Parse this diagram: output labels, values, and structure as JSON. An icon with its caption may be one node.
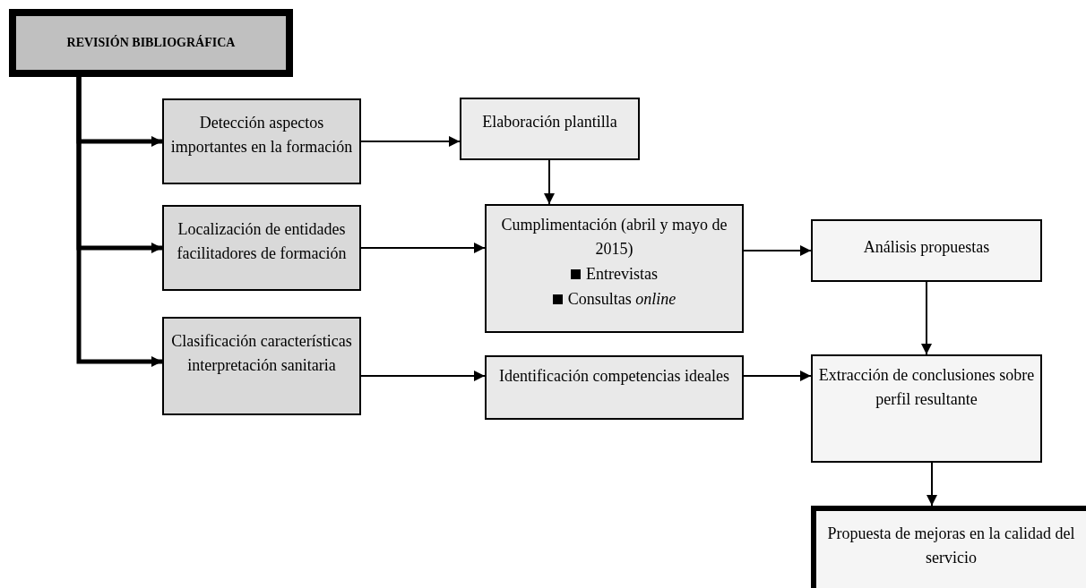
{
  "diagram": {
    "nodes": [
      {
        "text": [
          "REVISIÓN BIBLIOGRÁFICA"
        ]
      },
      {
        "text": [
          "Detección aspectos importantes en la formación"
        ]
      },
      {
        "text": [
          "Localización de entidades facilitadores de formación"
        ]
      },
      {
        "text": [
          "Clasificación características interpretación sanitaria"
        ]
      },
      {
        "text": [
          "Elaboración plantilla"
        ]
      },
      {
        "text": [
          "Cumplimentación (abril y mayo de 2015)",
          "Entrevistas",
          "Consultas *online*"
        ]
      },
      {
        "text": [
          "Identificación competencias ideales"
        ]
      },
      {
        "text": [
          "Análisis propuestas"
        ]
      },
      {
        "text": [
          "Extracción de conclusiones sobre perfil resultante"
        ]
      },
      {
        "text": [
          "Propuesta de mejoras en la calidad del servicio"
        ]
      }
    ],
    "edges": [
      {
        "from": 0,
        "to": 1,
        "arrow": "to",
        "style": "thick"
      },
      {
        "from": 0,
        "to": 2,
        "arrow": "to",
        "style": "thick"
      },
      {
        "from": 0,
        "to": 3,
        "arrow": "to",
        "style": "thick"
      },
      {
        "from": 1,
        "to": 4,
        "arrow": "to"
      },
      {
        "from": 4,
        "to": 5,
        "arrow": "to"
      },
      {
        "from": 2,
        "to": 5,
        "arrow": "to"
      },
      {
        "from": 5,
        "to": 7,
        "arrow": "to"
      },
      {
        "from": 3,
        "to": 6,
        "arrow": "to"
      },
      {
        "from": 6,
        "to": 8,
        "arrow": "to"
      },
      {
        "from": 7,
        "to": 8,
        "arrow": "to"
      },
      {
        "from": 8,
        "to": 9,
        "arrow": "to"
      }
    ]
  }
}
